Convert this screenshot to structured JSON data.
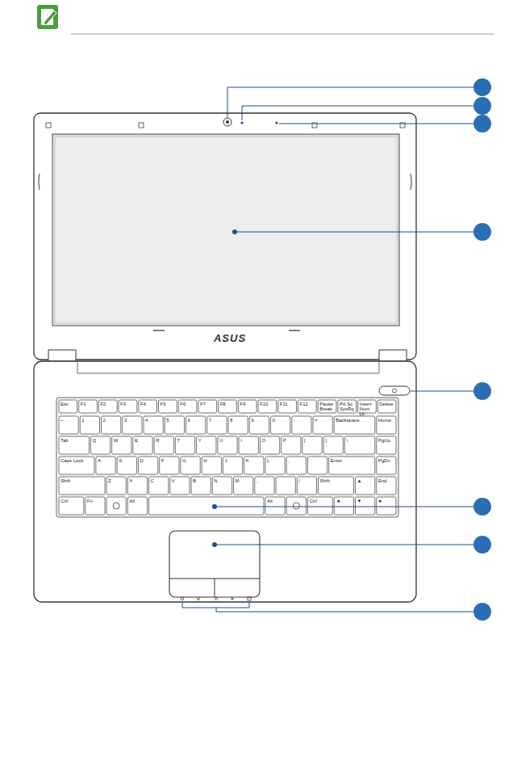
{
  "diagram": {
    "labels": [
      "ASUS",
      "Esc",
      "F1",
      "F2",
      "F3",
      "F4",
      "F5",
      "F6",
      "F7",
      "F8",
      "F9",
      "F10",
      "F11",
      "F12",
      "Pause Break",
      "Prt Sc SysRq",
      "Insert Num Lk",
      "Delete",
      "~",
      "1",
      "2",
      "3",
      "4",
      "5",
      "6",
      "7",
      "8",
      "9",
      "0",
      "-",
      "=",
      "Backspace",
      "Home",
      "Tab",
      "Q",
      "W",
      "E",
      "R",
      "T",
      "Y",
      "U",
      "I",
      "O",
      "P",
      "[",
      "]",
      "\\",
      "PgUp",
      "Caps Lock",
      "A",
      "S",
      "D",
      "F",
      "G",
      "H",
      "J",
      "K",
      "L",
      ";",
      "'",
      "Enter",
      "PgDn",
      "Shift",
      "Z",
      "X",
      "C",
      "V",
      "B",
      "N",
      "M",
      ",",
      ".",
      "/",
      "Shift",
      "▲",
      "End",
      "Ctrl",
      "Fn",
      "Alt",
      "Alt",
      "Ctrl",
      "◄",
      "▼",
      "►"
    ]
  }
}
